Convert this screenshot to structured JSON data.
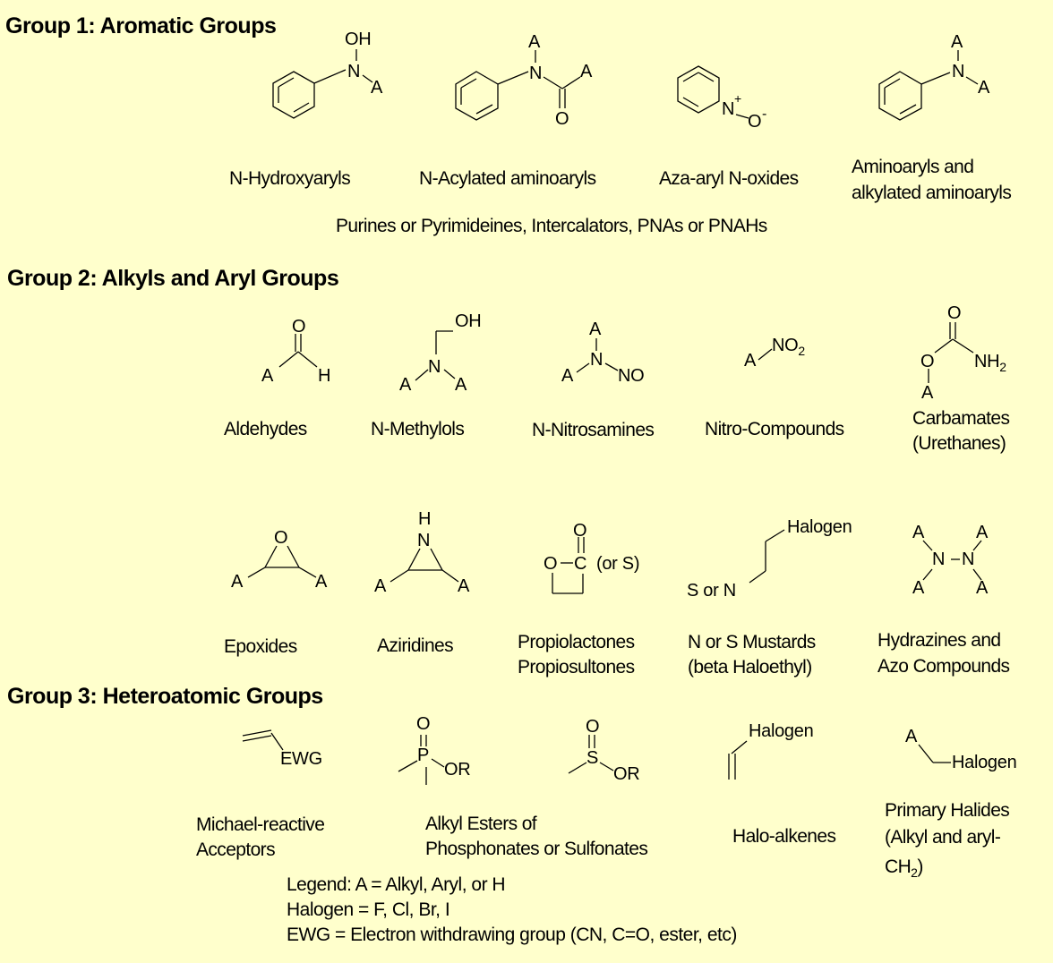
{
  "groups": {
    "g1": "Group 1: Aromatic Groups",
    "g2": "Group 2: Alkyls and Aryl Groups",
    "g3": "Group 3: Heteroatomic Groups"
  },
  "atoms": {
    "A": "A",
    "N": "N",
    "O": "O",
    "H": "H",
    "OH": "OH",
    "NO": "NO",
    "OR": "OR",
    "P": "P",
    "S": "S",
    "EWG": "EWG",
    "Halogen": "Halogen",
    "NO2_main": "NO",
    "NO2_sub": "2",
    "NH2_main": "NH",
    "NH2_sub": "2",
    "or_S": "(or S)",
    "S_or_N": "S or N",
    "plus": "+",
    "minus": "-"
  },
  "labels": {
    "n_hydroxyaryls": "N-Hydroxyaryls",
    "n_acylated": "N-Acylated aminoaryls",
    "aza_aryl": "Aza-aryl N-oxides",
    "aminoaryls_1": "Aminoaryls and",
    "aminoaryls_2": "alkylated aminoaryls",
    "purines": "Purines or Pyrimideines, Intercalators, PNAs or PNAHs",
    "aldehydes": "Aldehydes",
    "n_methylols": "N-Methylols",
    "n_nitrosamines": "N-Nitrosamines",
    "nitro": "Nitro-Compounds",
    "carbamates_1": "Carbamates",
    "carbamates_2": "(Urethanes)",
    "epoxides": "Epoxides",
    "aziridines": "Aziridines",
    "propio_1": "Propiolactones",
    "propio_2": "Propiosultones",
    "mustards_1": "N or S Mustards",
    "mustards_2": "(beta Haloethyl)",
    "hydrazines_1": "Hydrazines and",
    "hydrazines_2": "Azo Compounds",
    "michael_1": "Michael-reactive",
    "michael_2": "Acceptors",
    "alkyl_esters_1": "Alkyl Esters of",
    "alkyl_esters_2": "Phosphonates or Sulfonates",
    "halo_alkenes": "Halo-alkenes",
    "primary_1": "Primary Halides",
    "primary_2": "(Alkyl and aryl-",
    "primary_3_main": "CH",
    "primary_3_sub": "2",
    "primary_3_end": ")"
  },
  "legend": {
    "line1": "Legend: A = Alkyl, Aryl, or H",
    "line2": "Halogen = F, Cl, Br, I",
    "line3": "EWG = Electron withdrawing group (CN, C=O, ester, etc)"
  },
  "colors": {
    "background": "#ffffcc",
    "ink": "#000000"
  }
}
